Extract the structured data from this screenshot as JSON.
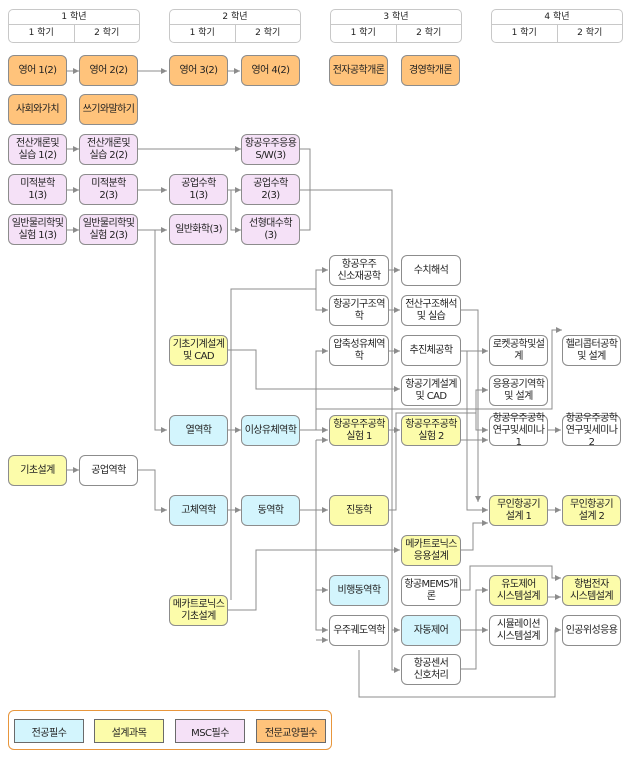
{
  "headers": [
    {
      "year": "1 학년",
      "sem1": "1 학기",
      "sem2": "2 학기"
    },
    {
      "year": "2 학년",
      "sem1": "1 학기",
      "sem2": "2 학기"
    },
    {
      "year": "3 학년",
      "sem1": "1 학기",
      "sem2": "2 학기"
    },
    {
      "year": "4 학년",
      "sem1": "1 학기",
      "sem2": "2 학기"
    }
  ],
  "colors": {
    "전공필수": "#d3f5fd",
    "설계과목": "#fcfcaa",
    "MSC필수": "#f5e1f7",
    "전문교양필수": "#ffc37b",
    "기타": "#ffffff",
    "connector": "#8c8c8c",
    "legend_border": "#e8963c"
  },
  "courses": {
    "eng1": {
      "label": "영어 1(2)",
      "category": "전문교양필수"
    },
    "eng2": {
      "label": "영어 2(2)",
      "category": "전문교양필수"
    },
    "eng3": {
      "label": "영어 3(2)",
      "category": "전문교양필수"
    },
    "eng4": {
      "label": "영어 4(2)",
      "category": "전문교양필수"
    },
    "elecintro": {
      "label": "전자공학개론",
      "category": "전문교양필수"
    },
    "bizintro": {
      "label": "경영학개론",
      "category": "전문교양필수"
    },
    "society": {
      "label": "사회와가치",
      "category": "전문교양필수"
    },
    "writing": {
      "label": "쓰기와말하기",
      "category": "전문교양필수"
    },
    "comp1": {
      "label": "전산개론및\n실습 1(2)",
      "category": "MSC필수"
    },
    "comp2": {
      "label": "전산개론및\n실습 2(2)",
      "category": "MSC필수"
    },
    "swapp": {
      "label": "항공우주응용\nS/W(3)",
      "category": "MSC필수"
    },
    "calc1": {
      "label": "미적분학 1(3)",
      "category": "MSC필수"
    },
    "calc2": {
      "label": "미적분학 2(3)",
      "category": "MSC필수"
    },
    "engmath1": {
      "label": "공업수학 1(3)",
      "category": "MSC필수"
    },
    "engmath2": {
      "label": "공업수학 2(3)",
      "category": "MSC필수"
    },
    "phys1": {
      "label": "일반물리학및\n실험 1(3)",
      "category": "MSC필수"
    },
    "phys2": {
      "label": "일반물리학및\n실험 2(3)",
      "category": "MSC필수"
    },
    "chem": {
      "label": "일반화학(3)",
      "category": "MSC필수"
    },
    "linalg": {
      "label": "선형대수학(3)",
      "category": "MSC필수"
    },
    "newmat": {
      "label": "항공우주\n신소재공학",
      "category": "기타"
    },
    "numanal": {
      "label": "수치해석",
      "category": "기타"
    },
    "structmech": {
      "label": "항공기구조역학",
      "category": "기타"
    },
    "compstruct": {
      "label": "전산구조해석\n및 실습",
      "category": "기타"
    },
    "basicmech": {
      "label": "기초기계설계\n및 CAD",
      "category": "설계과목"
    },
    "compflow": {
      "label": "압축성유체역학",
      "category": "기타"
    },
    "propulsion": {
      "label": "추진체공학",
      "category": "기타"
    },
    "rocket": {
      "label": "로켓공학및설계",
      "category": "기타"
    },
    "heli": {
      "label": "헬리콥터공학\n및 설계",
      "category": "기타"
    },
    "acdesigncad": {
      "label": "항공기계설계\n및 CAD",
      "category": "기타"
    },
    "appaero": {
      "label": "응용공기역학\n및 설계",
      "category": "기타"
    },
    "thermo": {
      "label": "열역학",
      "category": "전공필수"
    },
    "fluid": {
      "label": "이상유체역학",
      "category": "전공필수"
    },
    "lab1": {
      "label": "항공우주공학\n실험 1",
      "category": "설계과목"
    },
    "lab2": {
      "label": "항공우주공학\n실험 2",
      "category": "설계과목"
    },
    "seminar1": {
      "label": "항공우주공학\n연구및세미나1",
      "category": "기타"
    },
    "seminar2": {
      "label": "항공우주공학\n연구및세미나2",
      "category": "기타"
    },
    "basicdesign": {
      "label": "기초설계",
      "category": "설계과목"
    },
    "engmech": {
      "label": "공업역학",
      "category": "기타"
    },
    "solid": {
      "label": "고체역학",
      "category": "전공필수"
    },
    "dynamics": {
      "label": "동역학",
      "category": "전공필수"
    },
    "vibration": {
      "label": "진동학",
      "category": "설계과목"
    },
    "uav1": {
      "label": "무인항공기\n설계 1",
      "category": "설계과목"
    },
    "uav2": {
      "label": "무인항공기\n설계 2",
      "category": "설계과목"
    },
    "mechaapp": {
      "label": "메카트로닉스\n응용설계",
      "category": "설계과목"
    },
    "flightdyn": {
      "label": "비행동역학",
      "category": "전공필수"
    },
    "mems": {
      "label": "항공MEMS개론",
      "category": "기타"
    },
    "guidance": {
      "label": "유도제어\n시스템설계",
      "category": "설계과목"
    },
    "avionics": {
      "label": "항법전자\n시스템설계",
      "category": "설계과목"
    },
    "mechabasic": {
      "label": "메카트로닉스\n기초설계",
      "category": "설계과목"
    },
    "orbit": {
      "label": "우주궤도역학",
      "category": "기타"
    },
    "control": {
      "label": "자동제어",
      "category": "전공필수"
    },
    "simulation": {
      "label": "시뮬레이션\n시스템설계",
      "category": "기타"
    },
    "satellite": {
      "label": "인공위성응용",
      "category": "기타"
    },
    "sensor": {
      "label": "항공센서\n신호처리",
      "category": "기타"
    }
  },
  "legend": [
    {
      "label": "전공필수",
      "category": "전공필수"
    },
    {
      "label": "설계과목",
      "category": "설계과목"
    },
    {
      "label": "MSC필수",
      "category": "MSC필수"
    },
    {
      "label": "전문교양필수",
      "category": "전문교양필수"
    }
  ]
}
